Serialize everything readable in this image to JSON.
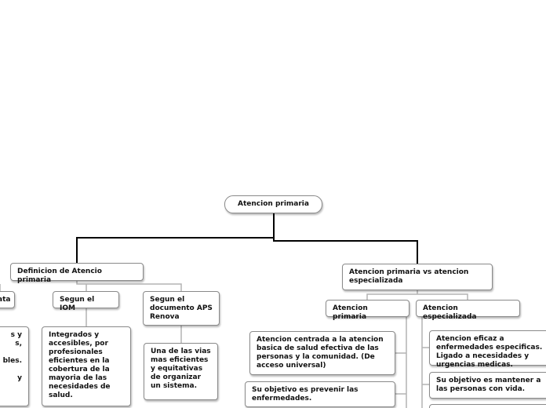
{
  "root": {
    "label": "Atencion primaria"
  },
  "left": {
    "title": "Definicion de Atencio primaria",
    "branches": [
      {
        "label": "ata",
        "detail": "s y\ns,\n\nbles.\n\ny"
      },
      {
        "label": "Segun el IOM",
        "detail": "Integrados y accesibles, por profesionales eficientes en la cobertura de la mayoria de las necesidades de salud."
      },
      {
        "label": "Segun el documento APS Renova",
        "detail": "Una de las vias mas eficientes y equitativas de organizar un sistema."
      }
    ]
  },
  "right": {
    "title": "Atencion primaria vs atencion especializada",
    "primary": {
      "label": "Atencion primaria",
      "items": [
        "Atencion centrada a la atencion basica de salud efectiva de las personas y la comunidad. (De acceso universal)",
        "Su objetivo es prevenir las enfermedades."
      ]
    },
    "specialized": {
      "label": "Atencion especializada",
      "items": [
        "Atencion eficaz a enfermedades especificas. Ligado a necesidades y urgencias medicas.",
        "Su objetivo es mantener a las personas con vida."
      ]
    }
  },
  "colors": {
    "main_connector": "#000000",
    "sub_connector": "#b3b3b3",
    "node_border": "#8a8a8a"
  }
}
